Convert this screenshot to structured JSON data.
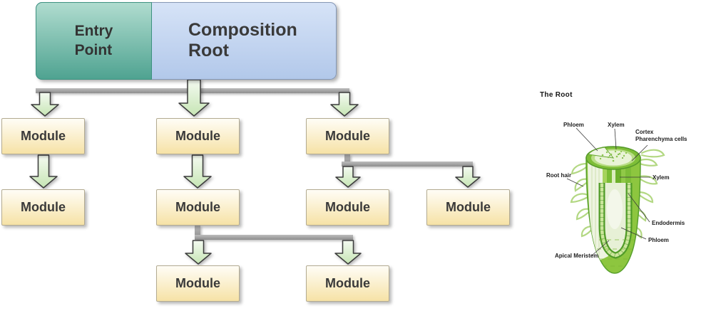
{
  "diagram": {
    "entry_point_label": "Entry\nPoint",
    "composition_root_label": "Composition Root",
    "modules": [
      "Module",
      "Module",
      "Module",
      "Module",
      "Module",
      "Module",
      "Module",
      "Module",
      "Module"
    ]
  },
  "root_figure": {
    "title": "The Root",
    "labels": {
      "phloem_top": "Phloem",
      "xylem_top": "Xylem",
      "cortex_line1": "Cortex",
      "cortex_line2": "Pharenchyma cells",
      "root_hair": "Root hair",
      "xylem_right": "Xylem",
      "endodermis": "Endodermis",
      "phloem_lower": "Phloem",
      "apical_meristem": "Apical Meristem"
    }
  },
  "colors": {
    "entry_point_top": "#b0dccf",
    "entry_point_bottom": "#4fa391",
    "entry_point_border": "#3d9180",
    "composition_root_top": "#d6e3f7",
    "composition_root_bottom": "#b2c8ea",
    "composition_root_border": "#8497b5",
    "module_top": "#fffdf6",
    "module_bottom": "#f6e2a6",
    "module_border": "#b3ab91",
    "arrow_top": "#f4faf1",
    "arrow_bottom": "#c6e5b4",
    "arrow_outline": "#3c3c3c",
    "connector_gray": "#9b9b9b",
    "root_green": "#8dc63f",
    "root_dark_green": "#58a02c",
    "root_pale": "#e9f2da",
    "text": "#3a3a3a"
  }
}
